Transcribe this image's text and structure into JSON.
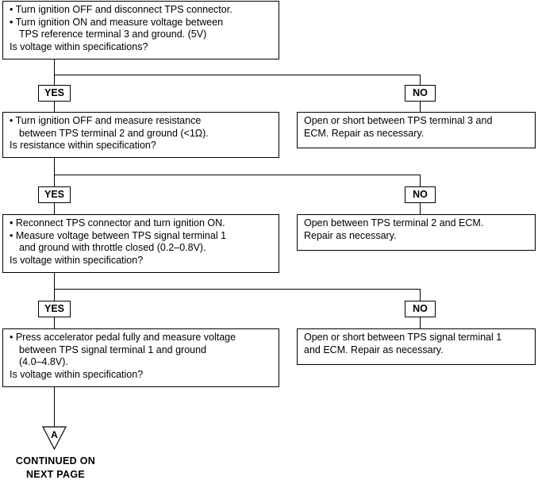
{
  "steps": [
    {
      "lines": [
        {
          "text": "• Turn ignition OFF and disconnect TPS connector.",
          "kind": "bullet"
        },
        {
          "text": "• Turn ignition ON and measure voltage between",
          "kind": "bullet"
        },
        {
          "text": "TPS reference terminal 3 and ground. (5V)",
          "kind": "cont"
        },
        {
          "text": "Is voltage within specifications?",
          "kind": "plain"
        }
      ]
    },
    {
      "lines": [
        {
          "text": "• Turn ignition OFF and measure resistance",
          "kind": "bullet"
        },
        {
          "text": "between TPS terminal 2 and ground (<1Ω).",
          "kind": "cont"
        },
        {
          "text": "Is resistance within specification?",
          "kind": "plain"
        }
      ]
    },
    {
      "lines": [
        {
          "text": "• Reconnect TPS connector and turn ignition ON.",
          "kind": "bullet"
        },
        {
          "text": "• Measure voltage between TPS signal terminal 1",
          "kind": "bullet"
        },
        {
          "text": "and ground with throttle closed (0.2–0.8V).",
          "kind": "cont"
        },
        {
          "text": "Is voltage within specification?",
          "kind": "plain"
        }
      ]
    },
    {
      "lines": [
        {
          "text": "• Press accelerator pedal fully and measure voltage",
          "kind": "bullet"
        },
        {
          "text": "between TPS signal terminal 1 and ground",
          "kind": "cont"
        },
        {
          "text": "(4.0–4.8V).",
          "kind": "cont"
        },
        {
          "text": "Is voltage within specification?",
          "kind": "plain"
        }
      ]
    }
  ],
  "results": [
    {
      "lines": [
        "Open or short between TPS terminal 3 and",
        "ECM. Repair as necessary."
      ]
    },
    {
      "lines": [
        "Open between TPS terminal 2 and ECM.",
        "Repair as necessary."
      ]
    },
    {
      "lines": [
        "Open or short between TPS signal terminal 1",
        "and ECM. Repair as necessary."
      ]
    }
  ],
  "labels": {
    "yes": "YES",
    "no": "NO"
  },
  "connector": {
    "letter": "A"
  },
  "footer": {
    "line1": "CONTINUED  ON",
    "line2": "NEXT  PAGE"
  }
}
